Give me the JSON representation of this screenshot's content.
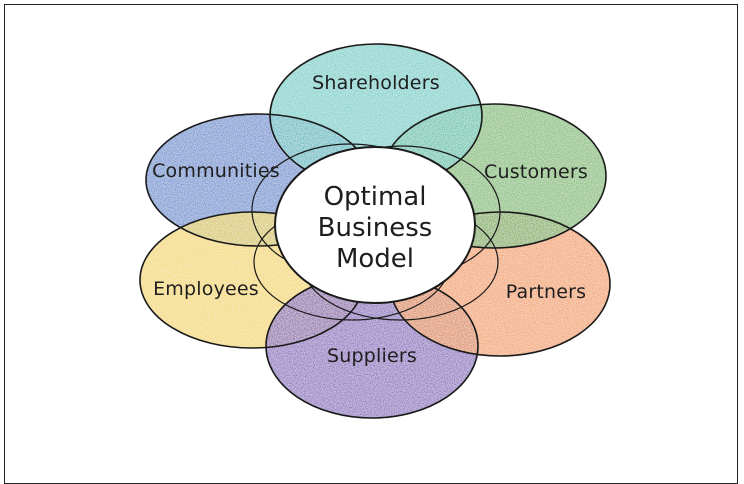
{
  "diagram": {
    "center": {
      "line1": "Optimal",
      "line2": "Business",
      "line3": "Model"
    },
    "petals": {
      "shareholders": {
        "label": "Shareholders",
        "color": "#3cc4bd"
      },
      "customers": {
        "label": "Customers",
        "color": "#57ad3e"
      },
      "partners": {
        "label": "Partners",
        "color": "#f08a22"
      },
      "suppliers": {
        "label": "Suppliers",
        "color": "#7040b4"
      },
      "employees": {
        "label": "Employees",
        "color": "#f2cf2b"
      },
      "communities": {
        "label": "Communities",
        "color": "#3173c7"
      }
    },
    "center_color": "#ffffff",
    "outline_color": "#1a1a1a"
  }
}
